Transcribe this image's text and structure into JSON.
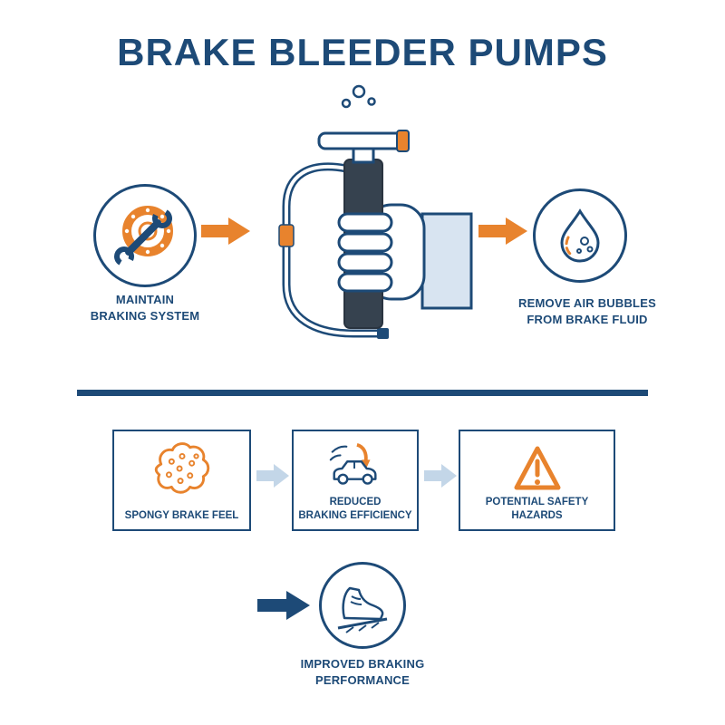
{
  "title": "BRAKE BLEEDER PUMPS",
  "colors": {
    "navy": "#1d4a77",
    "orange": "#e8832d",
    "light_blue_arrow": "#c3d6e8",
    "cuff_blue": "#d8e4f1",
    "pump_body": "#36424f"
  },
  "top": {
    "left": {
      "icon": "brake-disc-wrench-icon",
      "label": "MAINTAIN\nBRAKING SYSTEM"
    },
    "center": {
      "icon": "brake-bleeder-pump-hand-illustration"
    },
    "right": {
      "icon": "fluid-droplet-bubbles-icon",
      "label": "REMOVE AIR BUBBLES\nFROM BRAKE FLUID"
    }
  },
  "bottom": {
    "boxes": [
      {
        "icon": "spongy-sponge-icon",
        "label": "SPONGY BRAKE FEEL"
      },
      {
        "icon": "car-decline-icon",
        "label": "REDUCED\nBRAKING EFFICIENCY"
      },
      {
        "icon": "warning-triangle-icon",
        "label": "POTENTIAL SAFETY HAZARDS"
      }
    ],
    "result": {
      "icon": "foot-pedal-icon",
      "label": "IMPROVED BRAKING\nPERFORMANCE"
    }
  }
}
